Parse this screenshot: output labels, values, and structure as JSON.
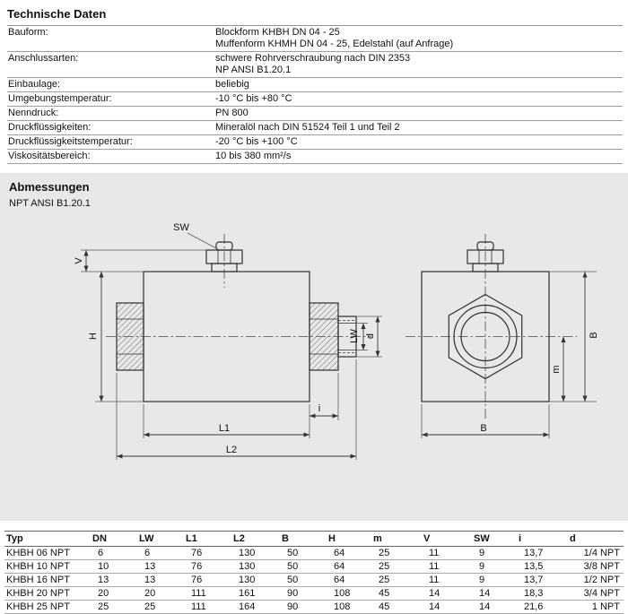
{
  "tech": {
    "title": "Technische Daten",
    "specs": [
      {
        "label": "Bauform:",
        "lines": [
          "Blockform KHBH DN 04 - 25",
          "Muffenform KHMH DN 04 - 25, Edelstahl (auf Anfrage)"
        ]
      },
      {
        "label": "Anschlussarten:",
        "lines": [
          "schwere Rohrverschraubung nach DIN 2353",
          "NP ANSI B1.20.1"
        ]
      },
      {
        "label": "Einbaulage:",
        "lines": [
          "beliebig"
        ]
      },
      {
        "label": "Umgebungstemperatur:",
        "lines": [
          "-10 °C bis +80 °C"
        ]
      },
      {
        "label": "Nenndruck:",
        "lines": [
          "PN 800"
        ]
      },
      {
        "label": "Druckflüssigkeiten:",
        "lines": [
          "Mineralöl nach DIN 51524 Teil 1 und Teil 2"
        ]
      },
      {
        "label": "Druckflüssigkeitstemperatur:",
        "lines": [
          "-20 °C bis +100 °C"
        ]
      },
      {
        "label": "Viskositätsbereich:",
        "lines": [
          "10 bis 380 mm²/s"
        ]
      }
    ]
  },
  "dimensions": {
    "title": "Abmessungen",
    "subtitle": "NPT ANSI B1.20.1",
    "labels": {
      "sw": "SW",
      "v": "V",
      "h": "H",
      "lw": "LW",
      "d": "d",
      "i": "i",
      "l1": "L1",
      "l2": "L2",
      "b_side": "B",
      "m": "m",
      "b_bottom": "B"
    }
  },
  "dim_table": {
    "columns": [
      "Typ",
      "DN",
      "LW",
      "L1",
      "L2",
      "B",
      "H",
      "m",
      "V",
      "SW",
      "i",
      "d"
    ],
    "rows": [
      [
        "KHBH 06 NPT",
        "6",
        "6",
        "76",
        "130",
        "50",
        "64",
        "25",
        "11",
        "9",
        "13,7",
        "1/4 NPT"
      ],
      [
        "KHBH 10 NPT",
        "10",
        "13",
        "76",
        "130",
        "50",
        "64",
        "25",
        "11",
        "9",
        "13,5",
        "3/8 NPT"
      ],
      [
        "KHBH 16 NPT",
        "13",
        "13",
        "76",
        "130",
        "50",
        "64",
        "25",
        "11",
        "9",
        "13,7",
        "1/2 NPT"
      ],
      [
        "KHBH 20 NPT",
        "20",
        "20",
        "111",
        "161",
        "90",
        "108",
        "45",
        "14",
        "14",
        "18,3",
        "3/4 NPT"
      ],
      [
        "KHBH 25 NPT",
        "25",
        "25",
        "111",
        "164",
        "90",
        "108",
        "45",
        "14",
        "14",
        "21,6",
        "1 NPT"
      ]
    ]
  },
  "colors": {
    "drawing_bg": "#e8e8e8",
    "line": "#2f2f2f"
  }
}
